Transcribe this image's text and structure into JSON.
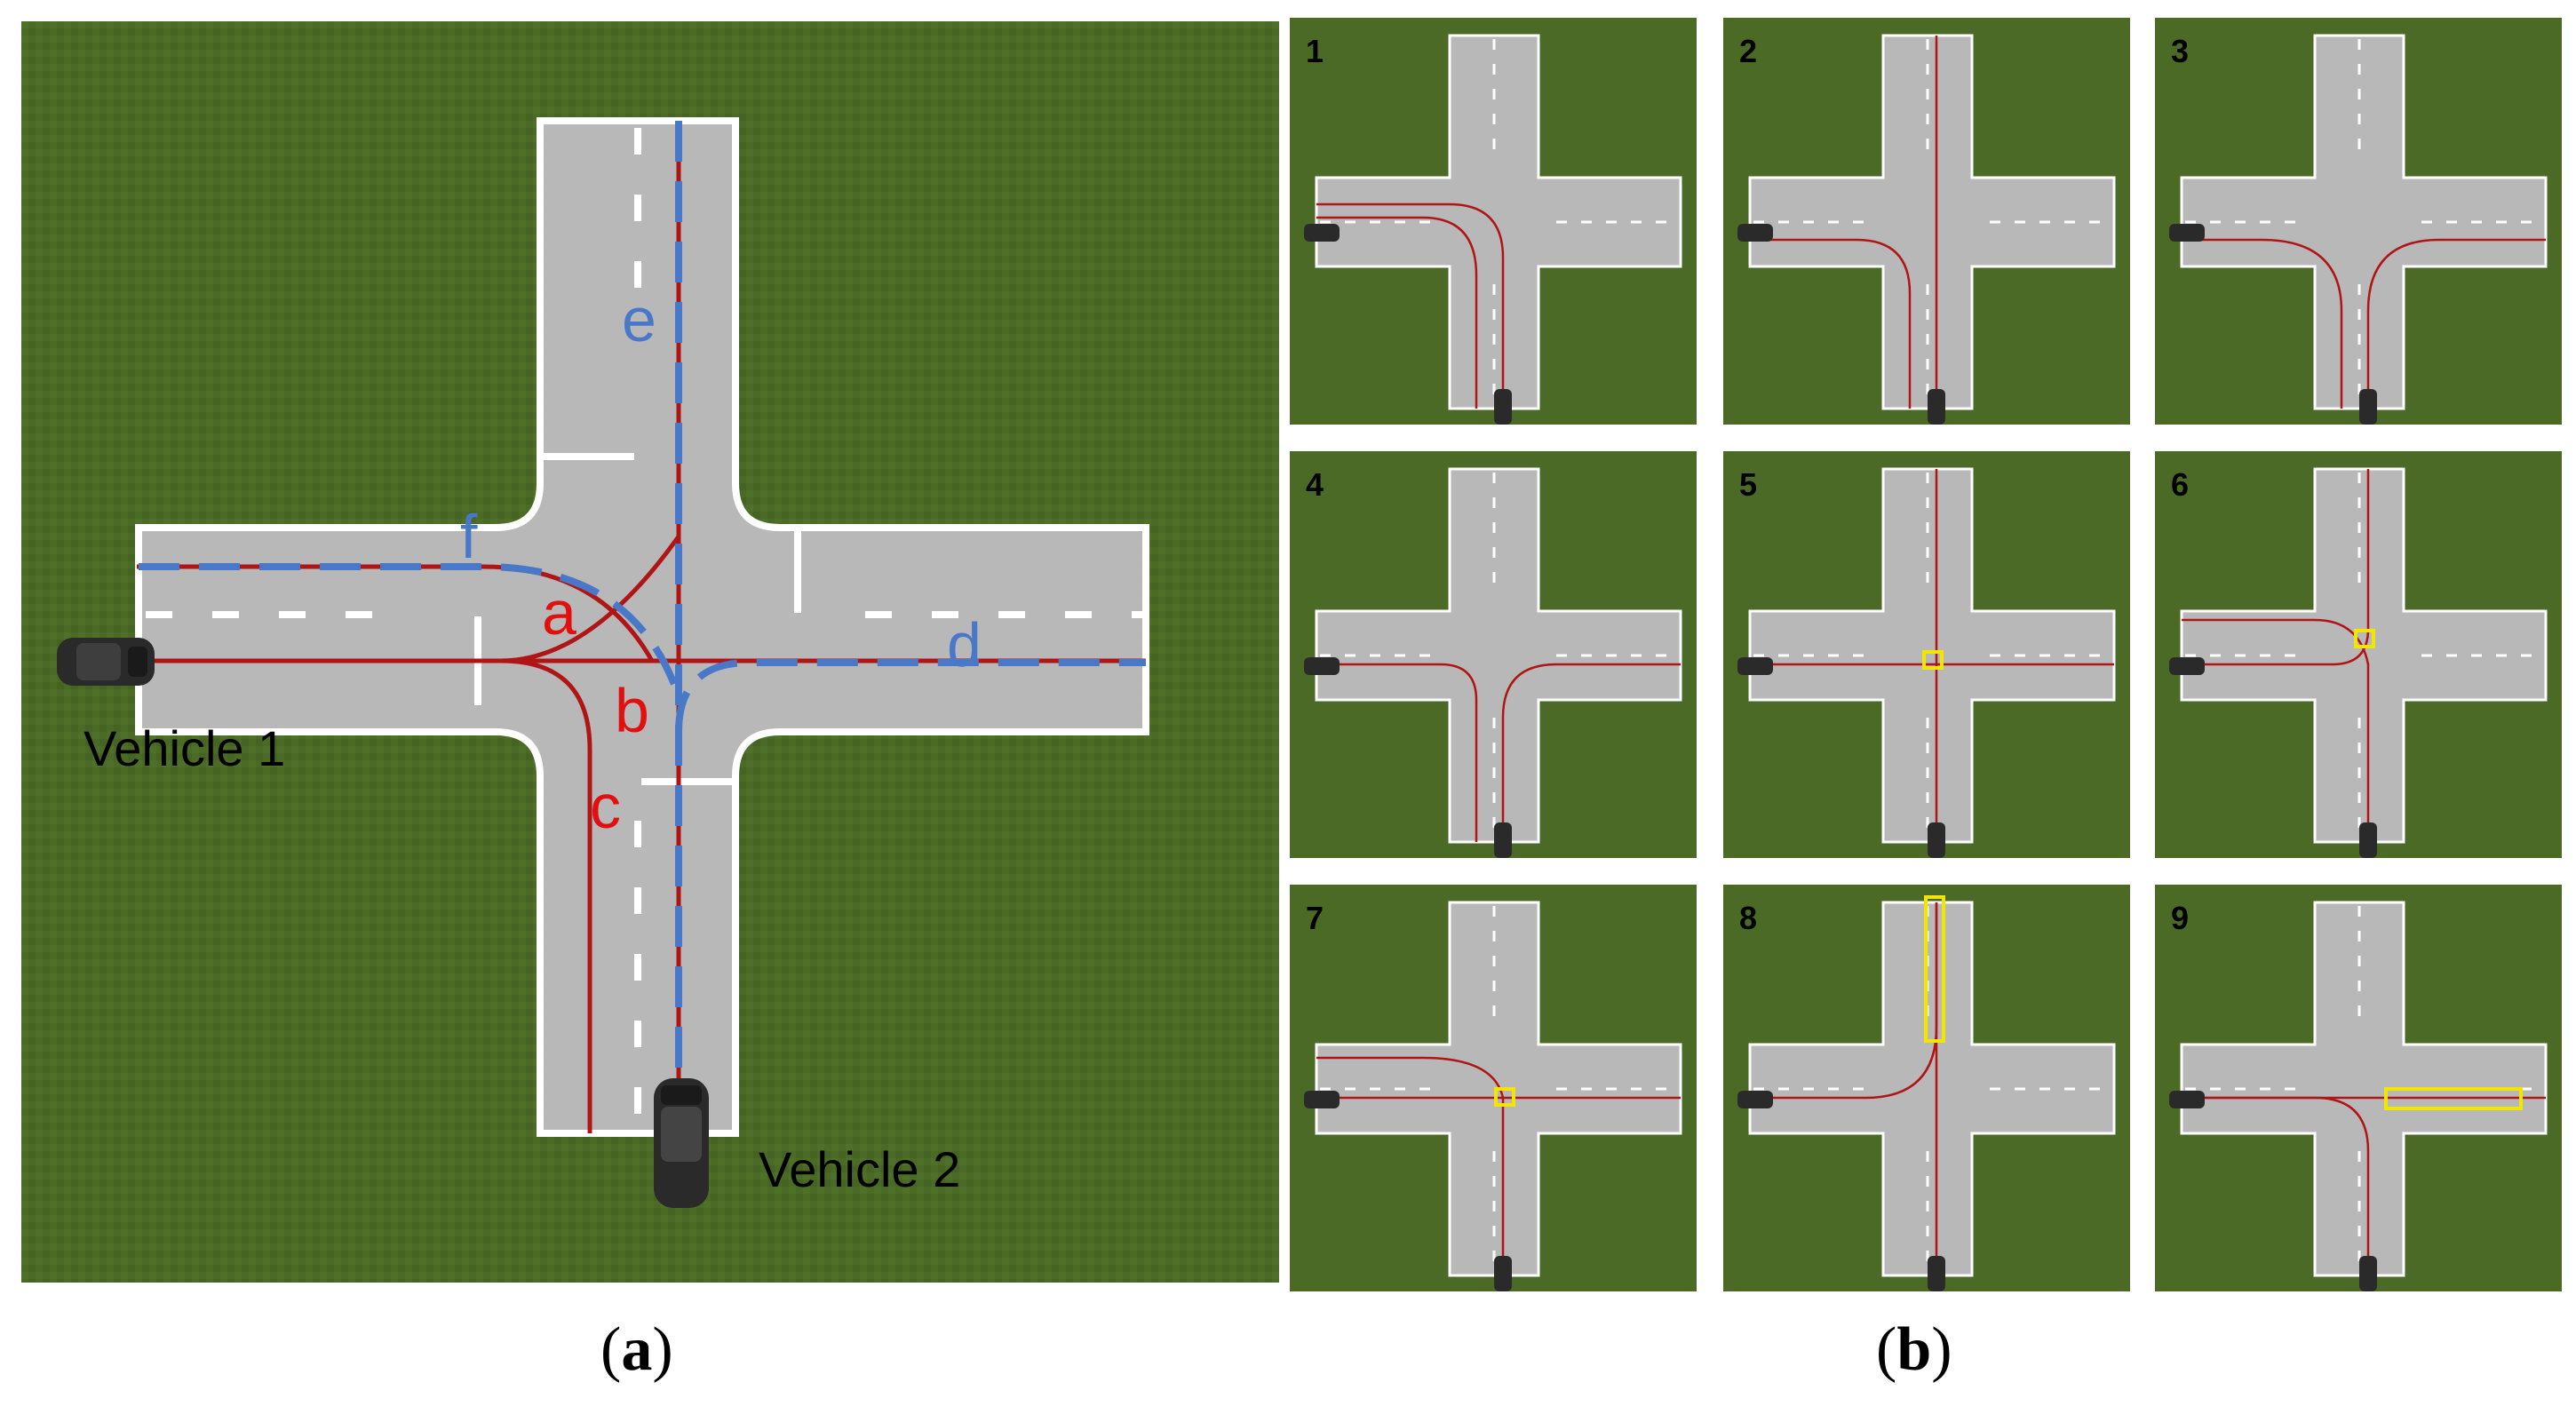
{
  "panel_a": {
    "vehicle_1_label": "Vehicle 1",
    "vehicle_2_label": "Vehicle 2",
    "path_labels_red": [
      "a",
      "b",
      "c"
    ],
    "path_labels_blue": [
      "d",
      "e",
      "f"
    ]
  },
  "panel_b": {
    "scenario_numbers": [
      "1",
      "2",
      "3",
      "4",
      "5",
      "6",
      "7",
      "8",
      "9"
    ]
  },
  "captions": {
    "a": "a",
    "b": "b"
  },
  "colors": {
    "grass": "#4a6a26",
    "road": "#b8b8b8",
    "lane_marking": "#ffffff",
    "red_path": "#b01515",
    "blue_path": "#4a78c8",
    "highlight": "#f2e600",
    "vehicle": "#2a2a2a"
  }
}
